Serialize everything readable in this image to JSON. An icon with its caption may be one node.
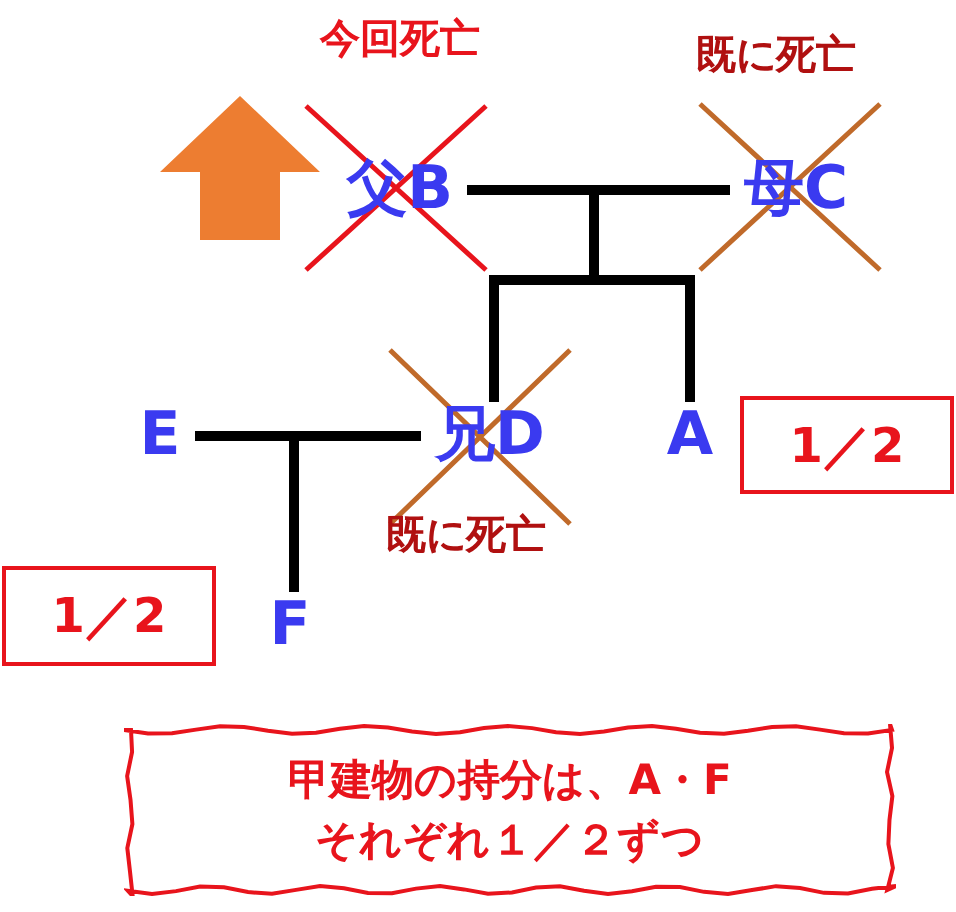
{
  "diagram": {
    "nodes": [
      {
        "text": [
          "父B"
        ],
        "beside": [
          "今回死亡"
        ]
      },
      {
        "text": [
          "母C"
        ],
        "beside": [
          "既に死亡"
        ]
      },
      {
        "text": [
          "兄D"
        ],
        "beside": [
          "既に死亡"
        ]
      },
      {
        "text": [
          "A"
        ]
      },
      {
        "text": [
          "E"
        ]
      },
      {
        "text": [
          "F"
        ]
      },
      {
        "text": [
          "1／2"
        ]
      },
      {
        "text": [
          "1／2"
        ]
      },
      {
        "text": [
          "甲建物の持分は、A・Fそれぞれ１／２ずつ"
        ]
      }
    ],
    "edges": [
      {
        "from": 0,
        "to": 1,
        "arrow": "none"
      },
      {
        "from": 0,
        "to": 2,
        "arrow": "none"
      },
      {
        "from": 1,
        "to": 2,
        "arrow": "none"
      },
      {
        "from": 0,
        "to": 3,
        "arrow": "none"
      },
      {
        "from": 1,
        "to": 3,
        "arrow": "none"
      },
      {
        "from": 4,
        "to": 2,
        "arrow": "none"
      },
      {
        "from": 4,
        "to": 5,
        "arrow": "none"
      },
      {
        "from": 2,
        "to": 5,
        "arrow": "none"
      }
    ]
  }
}
